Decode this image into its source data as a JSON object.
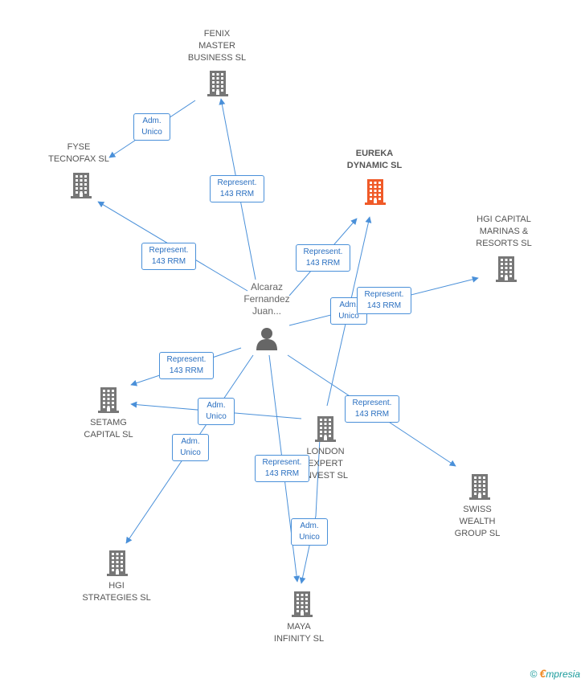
{
  "center": {
    "name_lines": [
      "Alcaraz",
      "Fernandez",
      "Juan..."
    ],
    "icon": "person-icon"
  },
  "companies": [
    {
      "id": "fenix",
      "lines": [
        "FENIX",
        "MASTER",
        "BUSINESS SL"
      ],
      "highlight": false
    },
    {
      "id": "fyse",
      "lines": [
        "FYSE",
        "TECNOFAX SL"
      ],
      "highlight": false
    },
    {
      "id": "eureka",
      "lines": [
        "EUREKA",
        "DYNAMIC SL"
      ],
      "highlight": true
    },
    {
      "id": "hgicap",
      "lines": [
        "HGI CAPITAL",
        "MARINAS &",
        "RESORTS SL"
      ],
      "highlight": false
    },
    {
      "id": "setamg",
      "lines": [
        "SETAMG",
        "CAPITAL SL"
      ],
      "highlight": false
    },
    {
      "id": "london",
      "lines": [
        "LONDON",
        "EXPERT",
        "INVEST SL"
      ],
      "highlight": false
    },
    {
      "id": "swiss",
      "lines": [
        "SWISS",
        "WEALTH",
        "GROUP  SL"
      ],
      "highlight": false
    },
    {
      "id": "hgistr",
      "lines": [
        "HGI",
        "STRATEGIES SL"
      ],
      "highlight": false
    },
    {
      "id": "maya",
      "lines": [
        "MAYA",
        "INFINITY SL"
      ],
      "highlight": false
    }
  ],
  "edges": [
    {
      "from": "fenix",
      "to": "fyse",
      "label": [
        "Adm.",
        "Unico"
      ]
    },
    {
      "from": "person",
      "to": "fenix",
      "label": [
        "Represent.",
        "143 RRM"
      ]
    },
    {
      "from": "person",
      "to": "fyse",
      "label": [
        "Represent.",
        "143 RRM"
      ]
    },
    {
      "from": "person",
      "to": "eureka",
      "label": [
        "Represent.",
        "143 RRM"
      ]
    },
    {
      "from": "london",
      "to": "eureka",
      "label": [
        "Adm.",
        "Unico"
      ]
    },
    {
      "from": "person",
      "to": "hgicap",
      "label": [
        "Represent.",
        "143 RRM"
      ]
    },
    {
      "from": "person",
      "to": "setamg",
      "label": [
        "Represent.",
        "143 RRM"
      ]
    },
    {
      "from": "london",
      "to": "setamg",
      "label": [
        "Adm.",
        "Unico"
      ]
    },
    {
      "from": "person",
      "to": "hgistr",
      "label": [
        "Adm.",
        "Unico"
      ]
    },
    {
      "from": "person",
      "to": "swiss",
      "label": [
        "Represent.",
        "143 RRM"
      ]
    },
    {
      "from": "person",
      "to": "maya",
      "label": [
        "Represent.",
        "143 RRM"
      ]
    },
    {
      "from": "london",
      "to": "maya",
      "label": [
        "Adm.",
        "Unico"
      ]
    }
  ],
  "colors": {
    "edge": "#4a90d9",
    "building": "#777777",
    "building_highlight": "#f05a28",
    "person": "#666666"
  },
  "footer": {
    "copyright": "©",
    "brand_initial": "€",
    "brand_rest": "mpresia"
  }
}
